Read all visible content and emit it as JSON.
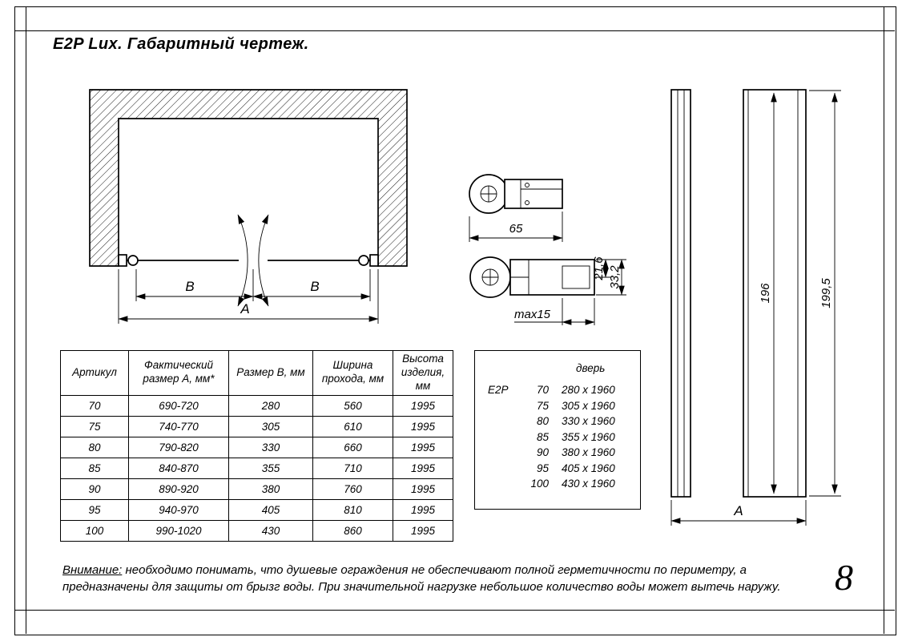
{
  "page": {
    "title": "E2P Lux. Габаритный чертеж.",
    "page_number": "8"
  },
  "front_view": {
    "dim_b_left": "B",
    "dim_b_right": "B",
    "dim_a": "A"
  },
  "sections": {
    "dim_width": "65",
    "dim_depth_inner": "21,6",
    "dim_depth_outer": "33,2",
    "dim_adjust": "max15"
  },
  "side_view": {
    "dim_glass_height": "196",
    "dim_total_height": "199,5",
    "dim_width": "A"
  },
  "size_table": {
    "headers": [
      "Артикул",
      "Фактический размер А, мм*",
      "Размер В, мм",
      "Ширина прохода, мм",
      "Высота изделия, мм"
    ],
    "rows": [
      [
        "70",
        "690-720",
        "280",
        "560",
        "1995"
      ],
      [
        "75",
        "740-770",
        "305",
        "610",
        "1995"
      ],
      [
        "80",
        "790-820",
        "330",
        "660",
        "1995"
      ],
      [
        "85",
        "840-870",
        "355",
        "710",
        "1995"
      ],
      [
        "90",
        "890-920",
        "380",
        "760",
        "1995"
      ],
      [
        "95",
        "940-970",
        "405",
        "810",
        "1995"
      ],
      [
        "100",
        "990-1020",
        "430",
        "860",
        "1995"
      ]
    ]
  },
  "door_table": {
    "title": "дверь",
    "model": "E2P",
    "rows": [
      {
        "size": "70",
        "dims": "280 x 1960"
      },
      {
        "size": "75",
        "dims": "305 x 1960"
      },
      {
        "size": "80",
        "dims": "330 x 1960"
      },
      {
        "size": "85",
        "dims": "355 x 1960"
      },
      {
        "size": "90",
        "dims": "380 x 1960"
      },
      {
        "size": "95",
        "dims": "405 x 1960"
      },
      {
        "size": "100",
        "dims": "430 x 1960"
      }
    ]
  },
  "note": {
    "label": "Внимание:",
    "text": " необходимо понимать, что душевые ограждения не обеспечивают полной герметичности по периметру, а предназначены для защиты от брызг воды. При значительной нагрузке небольшое количество воды может вытечь наружу."
  }
}
